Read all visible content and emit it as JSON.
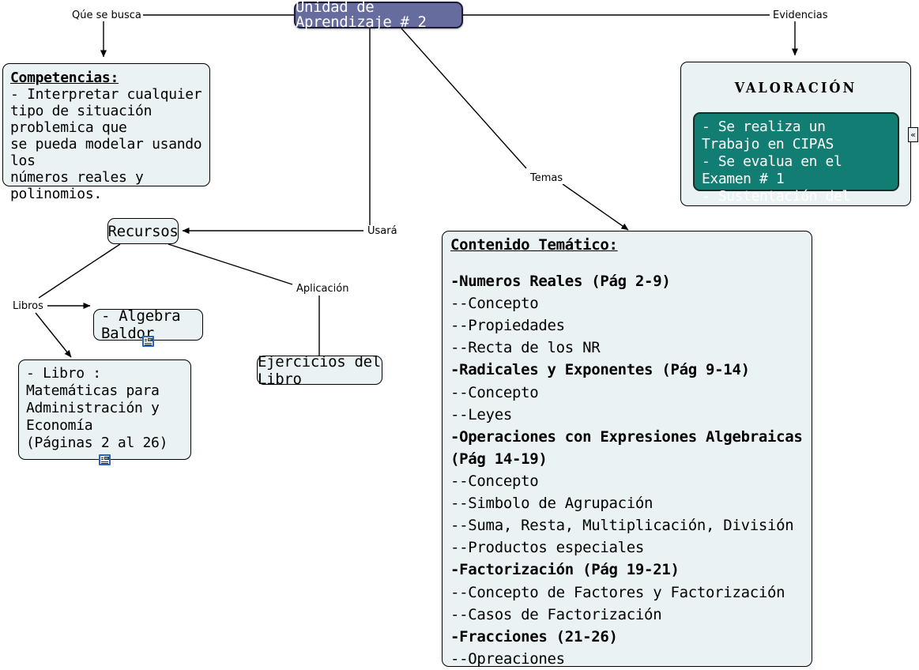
{
  "root": {
    "label": "Unidad de Aprendizaje # 2"
  },
  "edge_labels": {
    "que_se_busca": "Qúe se busca",
    "evidencias": "Evidencias",
    "temas": "Temas",
    "usara": "Usará",
    "aplicacion": "Aplicación",
    "libros": "Libros"
  },
  "competencias": {
    "heading": "Competencias:",
    "lines": [
      "-  Interpretar cualquier",
      "tipo de situación problemica que",
      "se pueda modelar usando los",
      "números reales y polinomios."
    ]
  },
  "valoracion": {
    "title": "VALORACIÓN",
    "items": [
      "- Se realiza un Trabajo en CIPAS",
      "- Se evalua en el Examen # 1",
      "- Sustentación del Trabajo"
    ],
    "handle_icon": "«",
    "inner_fill": "#127e73"
  },
  "recursos": {
    "label": "Recursos"
  },
  "baldor": {
    "label": "- Algebra Baldor",
    "icon": "document-resource-icon"
  },
  "libro": {
    "lines": [
      "- Libro :",
      "Matemáticas para",
      "Administración y Economía",
      "(Páginas 2 al 26)"
    ],
    "icon": "document-resource-icon"
  },
  "ejercicios": {
    "label": "Ejercicios del Libro"
  },
  "contenido": {
    "heading": "Contenido Temático:",
    "items": [
      {
        "text": "-Numeros Reales  (Pág 2-9)",
        "level": "main"
      },
      {
        "text": "--Concepto",
        "level": "sub"
      },
      {
        "text": "--Propiedades",
        "level": "sub"
      },
      {
        "text": "--Recta de los NR",
        "level": "sub"
      },
      {
        "text": "-Radicales y Exponentes (Pág 9-14)",
        "level": "main"
      },
      {
        "text": "--Concepto",
        "level": "sub"
      },
      {
        "text": "--Leyes",
        "level": "sub"
      },
      {
        "text": "-Operaciones con Expresiones Algebraicas  (Pág 14-19)",
        "level": "main"
      },
      {
        "text": "--Concepto",
        "level": "sub"
      },
      {
        "text": "--Simbolo de Agrupación",
        "level": "sub"
      },
      {
        "text": "--Suma, Resta, Multiplicación, División",
        "level": "sub"
      },
      {
        "text": "--Productos especiales",
        "level": "sub"
      },
      {
        "text": "-Factorización (Pág 19-21)",
        "level": "main"
      },
      {
        "text": "--Concepto de Factores y Factorización",
        "level": "sub"
      },
      {
        "text": "--Casos de Factorización",
        "level": "sub"
      },
      {
        "text": "-Fracciones (21-26)",
        "level": "main"
      },
      {
        "text": "--Opreaciones",
        "level": "sub"
      }
    ]
  },
  "colors": {
    "root_fill": "#676c9e",
    "node_fill": "#eaf2f3",
    "valoracion_inner": "#127e73",
    "line": "#000000"
  }
}
